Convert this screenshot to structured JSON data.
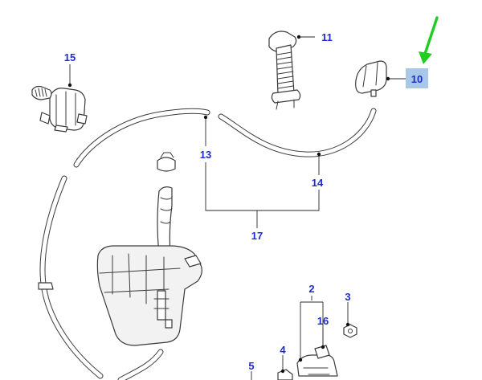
{
  "parts": [
    {
      "id": "p10",
      "label": "10",
      "highlighted": true
    },
    {
      "id": "p11",
      "label": "11"
    },
    {
      "id": "p15",
      "label": "15"
    },
    {
      "id": "p13",
      "label": "13"
    },
    {
      "id": "p14",
      "label": "14"
    },
    {
      "id": "p17",
      "label": "17"
    },
    {
      "id": "p2",
      "label": "2"
    },
    {
      "id": "p3",
      "label": "3"
    },
    {
      "id": "p16",
      "label": "16"
    },
    {
      "id": "p4",
      "label": "4"
    },
    {
      "id": "p5",
      "label": "5"
    }
  ],
  "colors": {
    "callout_text": "#1f2ccf",
    "highlight_box": "#a9c7e6",
    "pointer_arrow": "#22cc22",
    "line_art": "#3a3a3a"
  },
  "icons": {
    "pointer": "green-arrow-icon"
  }
}
